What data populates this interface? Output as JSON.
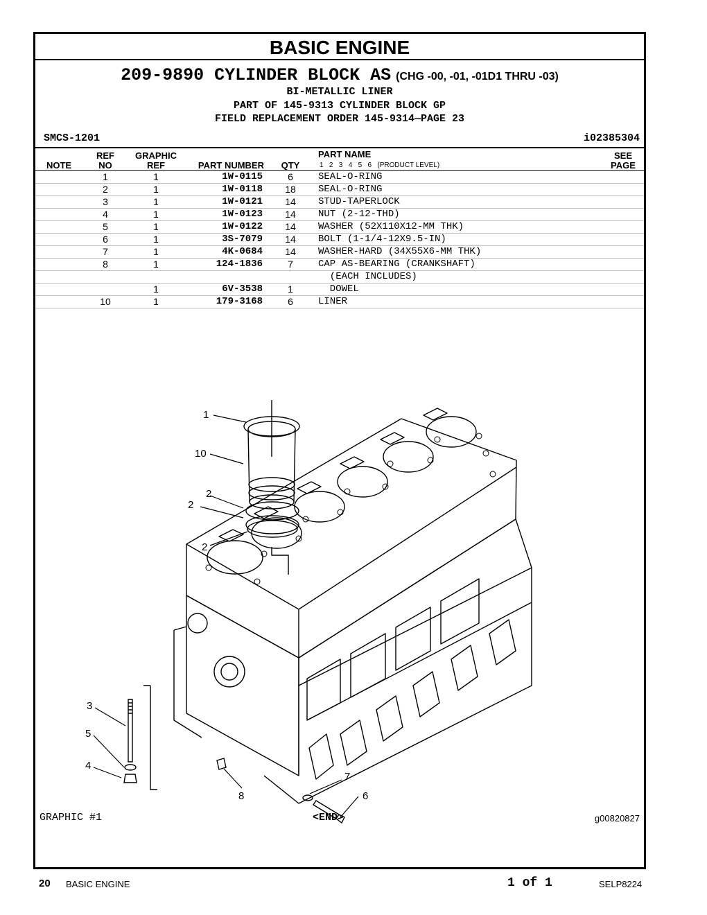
{
  "header": {
    "section_title": "BASIC ENGINE",
    "part_title": "209-9890 CYLINDER BLOCK AS",
    "change_note": "(CHG -00, -01, -01D1 THRU -03)",
    "line2": "BI-METALLIC LINER",
    "line3": "PART OF 145-9313 CYLINDER BLOCK GP",
    "line4": "FIELD REPLACEMENT ORDER 145-9314—PAGE 23",
    "smcs": "SMCS-1201",
    "ident": "i02385304"
  },
  "columns": {
    "note": "NOTE",
    "ref_top": "REF",
    "ref_bottom": "NO",
    "graphic_top": "GRAPHIC",
    "graphic_bottom": "REF",
    "part_number": "PART NUMBER",
    "qty": "QTY",
    "part_name": "PART NAME",
    "product_level": "1   2   3   4   5   6   (PRODUCT LEVEL)",
    "see_top": "SEE",
    "see_bottom": "PAGE"
  },
  "rows": [
    {
      "ref": "1",
      "graphic": "1",
      "part_number": "1W-0115",
      "qty": "6",
      "name": "SEAL-O-RING"
    },
    {
      "ref": "2",
      "graphic": "1",
      "part_number": "1W-0118",
      "qty": "18",
      "name": "SEAL-O-RING"
    },
    {
      "ref": "3",
      "graphic": "1",
      "part_number": "1W-0121",
      "qty": "14",
      "name": "STUD-TAPERLOCK"
    },
    {
      "ref": "4",
      "graphic": "1",
      "part_number": "1W-0123",
      "qty": "14",
      "name": "NUT (2-12-THD)"
    },
    {
      "ref": "5",
      "graphic": "1",
      "part_number": "1W-0122",
      "qty": "14",
      "name": "WASHER (52X110X12-MM THK)"
    },
    {
      "ref": "6",
      "graphic": "1",
      "part_number": "3S-7079",
      "qty": "14",
      "name": "BOLT (1-1/4-12X9.5-IN)"
    },
    {
      "ref": "7",
      "graphic": "1",
      "part_number": "4K-0684",
      "qty": "14",
      "name": "WASHER-HARD (34X55X6-MM THK)"
    },
    {
      "ref": "8",
      "graphic": "1",
      "part_number": "124-1836",
      "qty": "7",
      "name": "CAP AS-BEARING (CRANKSHAFT)"
    },
    {
      "ref": "",
      "graphic": "",
      "part_number": "",
      "qty": "",
      "name": "  (EACH INCLUDES)"
    },
    {
      "ref": "",
      "graphic": "1",
      "part_number": "6V-3538",
      "qty": "1",
      "name": "  DOWEL"
    },
    {
      "ref": "10",
      "graphic": "1",
      "part_number": "179-3168",
      "qty": "6",
      "name": "LINER"
    }
  ],
  "callouts": {
    "c1": "1",
    "c10": "10",
    "c2a": "2",
    "c2b": "2",
    "c2c": "2",
    "c3": "3",
    "c5": "5",
    "c4": "4",
    "c7": "7",
    "c6": "6",
    "c8": "8"
  },
  "footer": {
    "graphic_label": "GRAPHIC #1",
    "end_label": "<END>",
    "graphic_id": "g00820827"
  },
  "page": {
    "number": "20",
    "name": "BASIC ENGINE",
    "of": "1 of 1",
    "code": "SELP8224"
  }
}
